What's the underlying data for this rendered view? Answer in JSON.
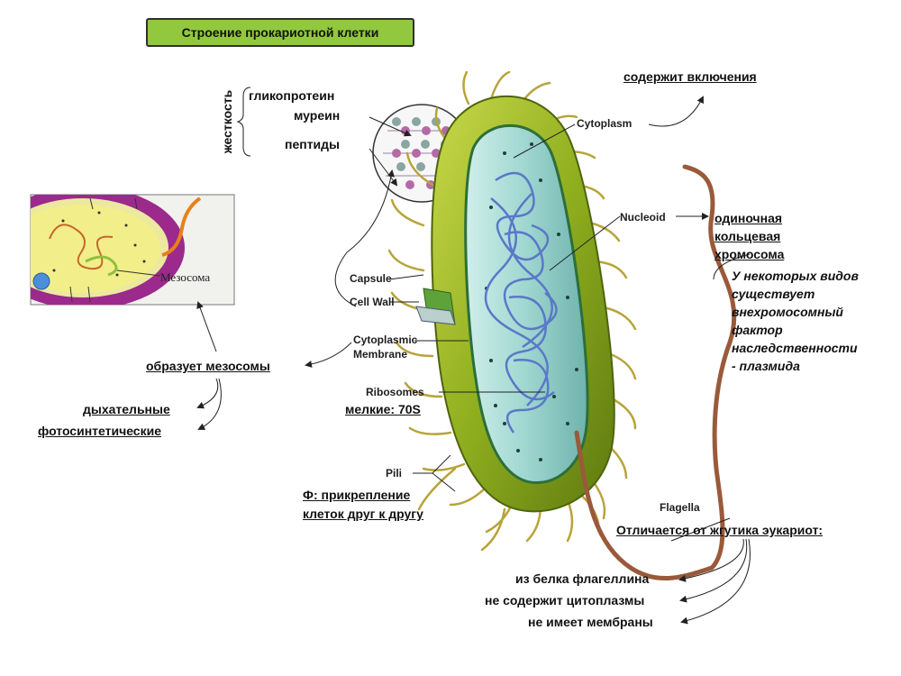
{
  "title": "Строение прокариотной клетки",
  "left_group": {
    "bracket_label": "жесткость",
    "items": [
      "гликопротеин",
      "муреин",
      "пептиды"
    ]
  },
  "inset": {
    "mesosome_label": "Мезосома"
  },
  "english_labels": {
    "capsule": "Capsule",
    "cell_wall": "Cell Wall",
    "cytoplasmic_membrane": [
      "Cytoplasmic",
      "Membrane"
    ],
    "ribosomes": "Ribosomes",
    "pili": "Pili",
    "cytoplasm": "Cytoplasm",
    "nucleoid": "Nucleoid",
    "flagella": "Flagella"
  },
  "annotations": {
    "inclusions": "содержит включения",
    "mesosomes": "образует мезосомы",
    "respiratory": "дыхательные",
    "photosynthetic": "фотосинтетические",
    "ribosomes_small": "мелкие: 70S",
    "pili_function": [
      "Ф: прикрепление",
      "клеток друг к другу"
    ],
    "chromosome": [
      "одиночная",
      "кольцевая",
      "хромосома"
    ],
    "plasmid_note": [
      "У некоторых видов",
      "существует",
      "внехромосомный",
      "фактор",
      "наследственности",
      "- плазмида"
    ],
    "flagella_diff": "Отличается от жгутика эукариот:",
    "flagella_points": [
      "из белка флагеллина",
      "не содержит цитоплазмы",
      "не имеет мембраны"
    ]
  },
  "colors": {
    "title_bg": "#92c83e",
    "capsule": "#8fae1e",
    "cytoplasm": "#9fd6d0",
    "nucleoid": "#5a78c8",
    "flagellum": "#9a5a3a",
    "inset_wall": "#9b2a8c",
    "inset_cytoplasm": "#f2ef8a"
  }
}
